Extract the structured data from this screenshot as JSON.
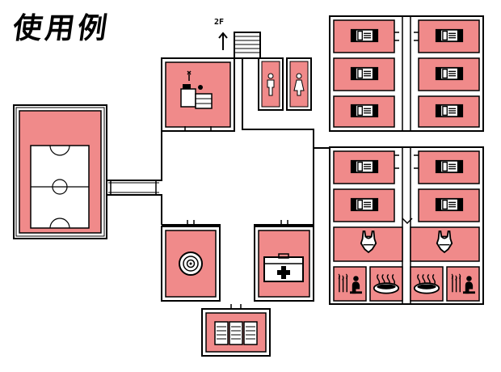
{
  "title": "使用例",
  "floor_label": "2F",
  "colors": {
    "room": "#f08a8a",
    "wall": "#000000",
    "background": "#ffffff"
  },
  "rooms": [
    {
      "name": "gymnasium",
      "icon": "basketball-court-icon"
    },
    {
      "name": "office",
      "icon": "desk-icon"
    },
    {
      "name": "restroom-men",
      "icon": "man-icon"
    },
    {
      "name": "restroom-women",
      "icon": "woman-icon"
    },
    {
      "name": "target-room",
      "icon": "target-icon"
    },
    {
      "name": "infirmary",
      "icon": "first-aid-kit-icon"
    },
    {
      "name": "lockers",
      "icon": "lockers-icon"
    },
    {
      "name": "bedroom",
      "icon": "bed-icon",
      "count": 10
    },
    {
      "name": "changing-room",
      "icon": "swimsuit-icon",
      "count": 2
    },
    {
      "name": "sauna",
      "icon": "sauna-icon",
      "count": 2
    },
    {
      "name": "bath",
      "icon": "hot-bath-icon",
      "count": 2
    }
  ]
}
